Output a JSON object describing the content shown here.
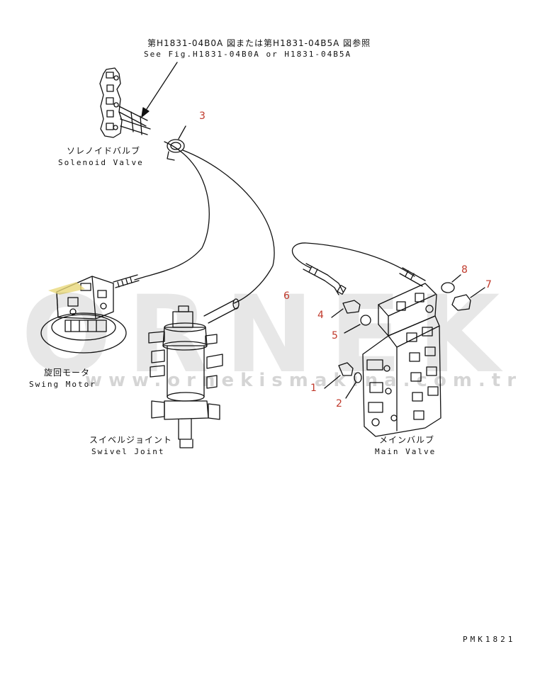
{
  "header": {
    "ref_jp": "第H1831-04B0A 図または第H1831-04B5A 図参照",
    "ref_en": "See Fig.H1831-04B0A or H1831-04B5A"
  },
  "components": {
    "solenoid_valve": {
      "jp": "ソレノイドバルブ",
      "en": "Solenoid Valve"
    },
    "swing_motor": {
      "jp": "旋回モータ",
      "en": "Swing Motor"
    },
    "swivel_joint": {
      "jp": "スイベルジョイント",
      "en": "Swivel Joint"
    },
    "main_valve": {
      "jp": "メインバルブ",
      "en": "Main Valve"
    }
  },
  "callouts": [
    "1",
    "2",
    "3",
    "4",
    "5",
    "6",
    "7",
    "8"
  ],
  "drawing_code": "PMK1821",
  "watermark": {
    "logo": "ORNEK",
    "url": "www.ornekismakina.com.tr"
  },
  "colors": {
    "callout": "#c0392b",
    "line": "#111111",
    "watermark": "#000000"
  }
}
